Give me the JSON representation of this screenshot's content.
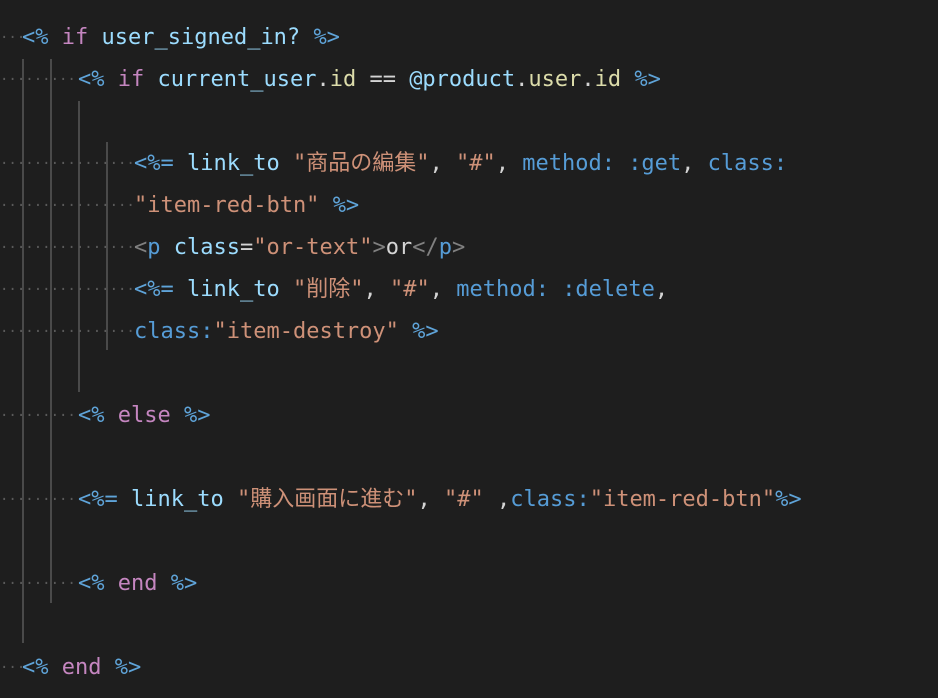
{
  "editor": {
    "lines": [
      {
        "tokens": [
          {
            "t": "<%",
            "c": "erb"
          },
          {
            "t": " ",
            "c": "plain"
          },
          {
            "t": "if",
            "c": "key"
          },
          {
            "t": " ",
            "c": "plain"
          },
          {
            "t": "user_signed_in?",
            "c": "id"
          },
          {
            "t": " ",
            "c": "plain"
          },
          {
            "t": "%>",
            "c": "erb"
          }
        ]
      },
      {
        "tokens": [
          {
            "t": "<%",
            "c": "erb"
          },
          {
            "t": " ",
            "c": "plain"
          },
          {
            "t": "if",
            "c": "key"
          },
          {
            "t": " ",
            "c": "plain"
          },
          {
            "t": "current_user",
            "c": "id"
          },
          {
            "t": ".",
            "c": "dot"
          },
          {
            "t": "id",
            "c": "meth"
          },
          {
            "t": " == ",
            "c": "plain"
          },
          {
            "t": "@product",
            "c": "id"
          },
          {
            "t": ".",
            "c": "dot"
          },
          {
            "t": "user",
            "c": "meth"
          },
          {
            "t": ".",
            "c": "dot"
          },
          {
            "t": "id",
            "c": "meth"
          },
          {
            "t": " ",
            "c": "plain"
          },
          {
            "t": "%>",
            "c": "erb"
          }
        ]
      },
      {
        "tokens": []
      },
      {
        "tokens": [
          {
            "t": "<%=",
            "c": "erb"
          },
          {
            "t": " ",
            "c": "plain"
          },
          {
            "t": "link_to",
            "c": "id"
          },
          {
            "t": " ",
            "c": "plain"
          },
          {
            "t": "\"商品の編集\"",
            "c": "str"
          },
          {
            "t": ", ",
            "c": "plain"
          },
          {
            "t": "\"#\"",
            "c": "str"
          },
          {
            "t": ", ",
            "c": "plain"
          },
          {
            "t": "method:",
            "c": "sym"
          },
          {
            "t": " ",
            "c": "plain"
          },
          {
            "t": ":get",
            "c": "sym"
          },
          {
            "t": ", ",
            "c": "plain"
          },
          {
            "t": "class:",
            "c": "sym"
          }
        ]
      },
      {
        "tokens": [
          {
            "t": "\"item-red-btn\"",
            "c": "str"
          },
          {
            "t": " ",
            "c": "plain"
          },
          {
            "t": "%>",
            "c": "erb"
          }
        ]
      },
      {
        "tokens": [
          {
            "t": "<",
            "c": "bracket"
          },
          {
            "t": "p",
            "c": "tag"
          },
          {
            "t": " ",
            "c": "plain"
          },
          {
            "t": "class",
            "c": "attr"
          },
          {
            "t": "=",
            "c": "plain"
          },
          {
            "t": "\"or-text\"",
            "c": "str"
          },
          {
            "t": ">",
            "c": "bracket"
          },
          {
            "t": "or",
            "c": "plain"
          },
          {
            "t": "</",
            "c": "bracket"
          },
          {
            "t": "p",
            "c": "tag"
          },
          {
            "t": ">",
            "c": "bracket"
          }
        ]
      },
      {
        "tokens": [
          {
            "t": "<%=",
            "c": "erb"
          },
          {
            "t": " ",
            "c": "plain"
          },
          {
            "t": "link_to",
            "c": "id"
          },
          {
            "t": " ",
            "c": "plain"
          },
          {
            "t": "\"削除\"",
            "c": "str"
          },
          {
            "t": ", ",
            "c": "plain"
          },
          {
            "t": "\"#\"",
            "c": "str"
          },
          {
            "t": ", ",
            "c": "plain"
          },
          {
            "t": "method:",
            "c": "sym"
          },
          {
            "t": " ",
            "c": "plain"
          },
          {
            "t": ":delete",
            "c": "sym"
          },
          {
            "t": ",",
            "c": "plain"
          }
        ]
      },
      {
        "tokens": [
          {
            "t": "class:",
            "c": "sym"
          },
          {
            "t": "\"item-destroy\"",
            "c": "str"
          },
          {
            "t": " ",
            "c": "plain"
          },
          {
            "t": "%>",
            "c": "erb"
          }
        ]
      },
      {
        "tokens": []
      },
      {
        "tokens": [
          {
            "t": "<%",
            "c": "erb"
          },
          {
            "t": " ",
            "c": "plain"
          },
          {
            "t": "else",
            "c": "key"
          },
          {
            "t": " ",
            "c": "plain"
          },
          {
            "t": "%>",
            "c": "erb"
          }
        ]
      },
      {
        "tokens": []
      },
      {
        "tokens": [
          {
            "t": "<%=",
            "c": "erb"
          },
          {
            "t": " ",
            "c": "plain"
          },
          {
            "t": "link_to",
            "c": "id"
          },
          {
            "t": " ",
            "c": "plain"
          },
          {
            "t": "\"購入画面に進む\"",
            "c": "str"
          },
          {
            "t": ", ",
            "c": "plain"
          },
          {
            "t": "\"#\"",
            "c": "str"
          },
          {
            "t": " ,",
            "c": "plain"
          },
          {
            "t": "class:",
            "c": "sym"
          },
          {
            "t": "\"item-red-btn\"",
            "c": "str"
          },
          {
            "t": "%>",
            "c": "erb"
          }
        ]
      },
      {
        "tokens": []
      },
      {
        "tokens": [
          {
            "t": "<%",
            "c": "erb"
          },
          {
            "t": " ",
            "c": "plain"
          },
          {
            "t": "end",
            "c": "key"
          },
          {
            "t": " ",
            "c": "plain"
          },
          {
            "t": "%>",
            "c": "erb"
          }
        ]
      },
      {
        "tokens": []
      },
      {
        "tokens": [
          {
            "t": "<%",
            "c": "erb"
          },
          {
            "t": " ",
            "c": "plain"
          },
          {
            "t": "end",
            "c": "key"
          },
          {
            "t": " ",
            "c": "plain"
          },
          {
            "t": "%>",
            "c": "erb"
          }
        ]
      }
    ],
    "colors": {
      "background": "#1e1e1e",
      "erb": "#5fa4d9",
      "keyword": "#c586c0",
      "identifier": "#9cdcfe",
      "string": "#ce9178",
      "symbol": "#569cd6"
    }
  }
}
